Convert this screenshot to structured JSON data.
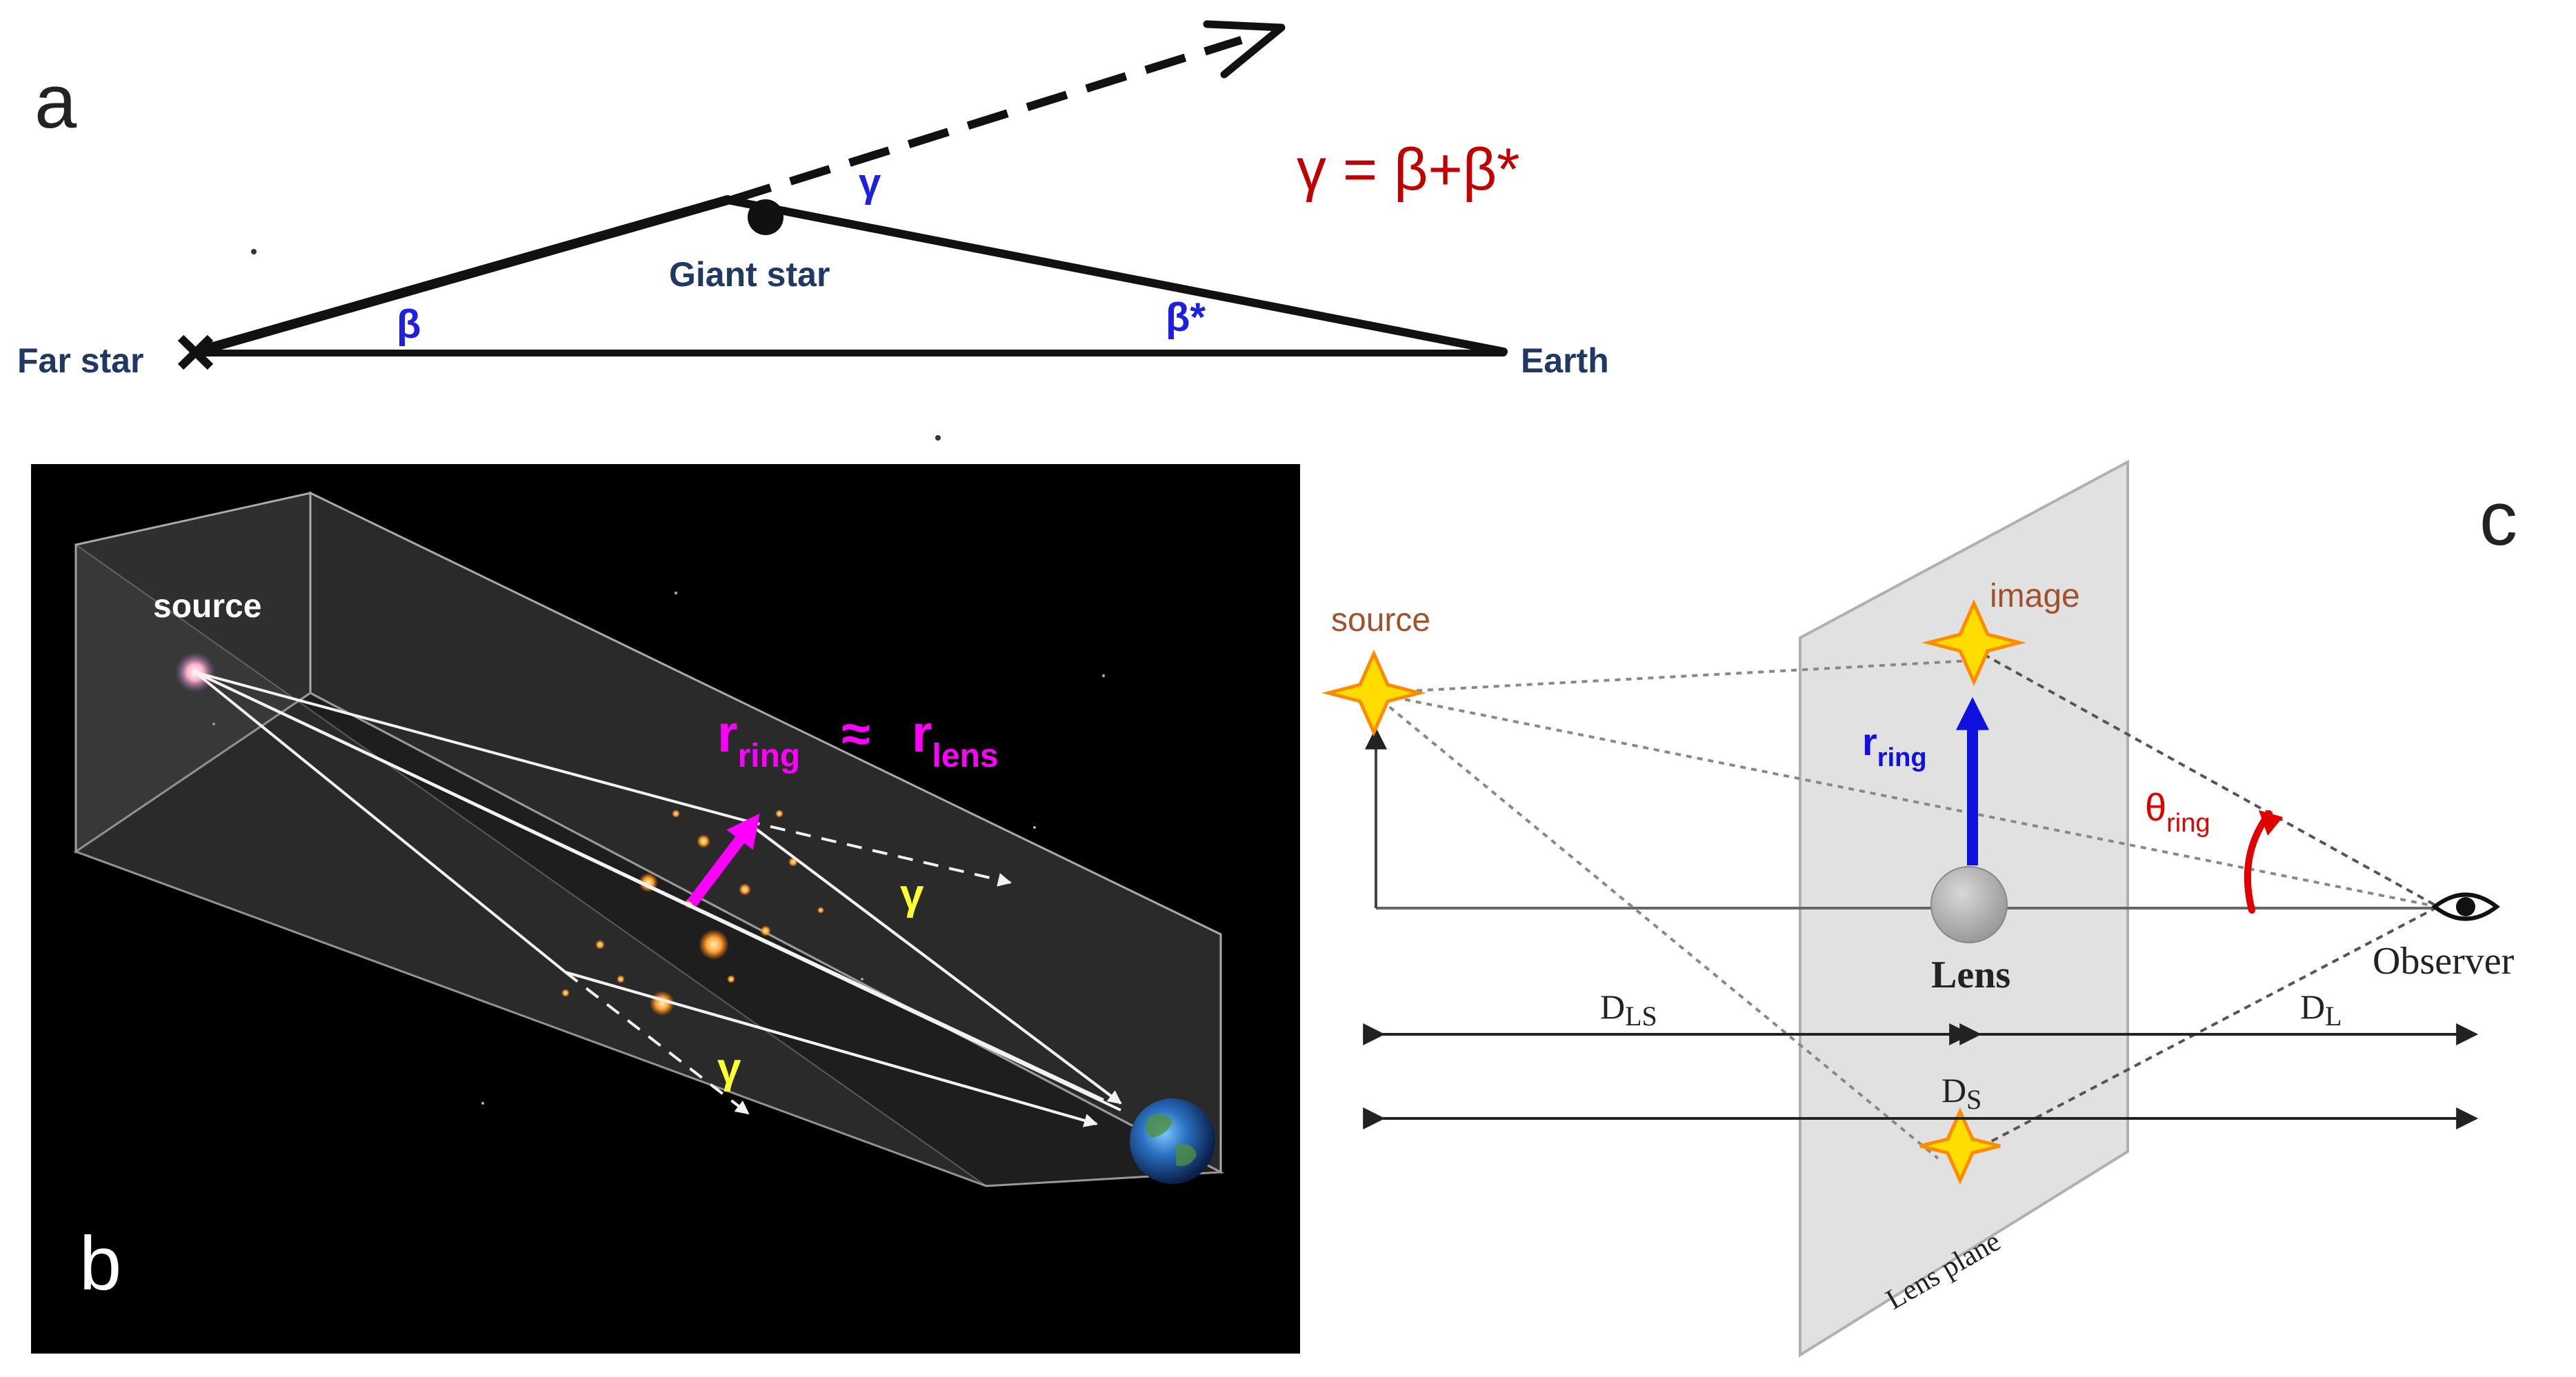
{
  "panel_a": {
    "letter": "a",
    "labels": {
      "far_star": "Far star",
      "giant_star": "Giant star",
      "earth": "Earth",
      "beta": "β",
      "beta_star": "β*",
      "gamma": "γ"
    },
    "equation": "γ = β+β*",
    "colors": {
      "equation": "#c00000",
      "greek": "#1f1fe0",
      "labels": "#1f3864"
    }
  },
  "panel_b": {
    "letter": "b",
    "labels": {
      "source": "source",
      "r": "r",
      "ring_sub": "ring",
      "approx": "≈",
      "lens_sub": "lens",
      "gamma_upper": "γ",
      "gamma_lower": "γ"
    },
    "colors": {
      "background": "#000000",
      "magenta": "#ff00ff",
      "gamma": "#ffff33"
    }
  },
  "panel_c": {
    "letter": "c",
    "labels": {
      "source": "source",
      "image": "image",
      "r": "r",
      "ring_sub": "ring",
      "theta": "θ",
      "theta_sub": "ring",
      "lens": "Lens",
      "observer": "Observer",
      "d_ls": "D",
      "d_ls_sub": "LS",
      "d_l": "D",
      "d_l_sub": "L",
      "d_s": "D",
      "d_s_sub": "S",
      "lens_plane": "Lens plane"
    },
    "colors": {
      "source_label": "#a0522d",
      "r_ring": "#1010e0",
      "theta": "#e00000",
      "plane": "#dcdcdc"
    }
  }
}
